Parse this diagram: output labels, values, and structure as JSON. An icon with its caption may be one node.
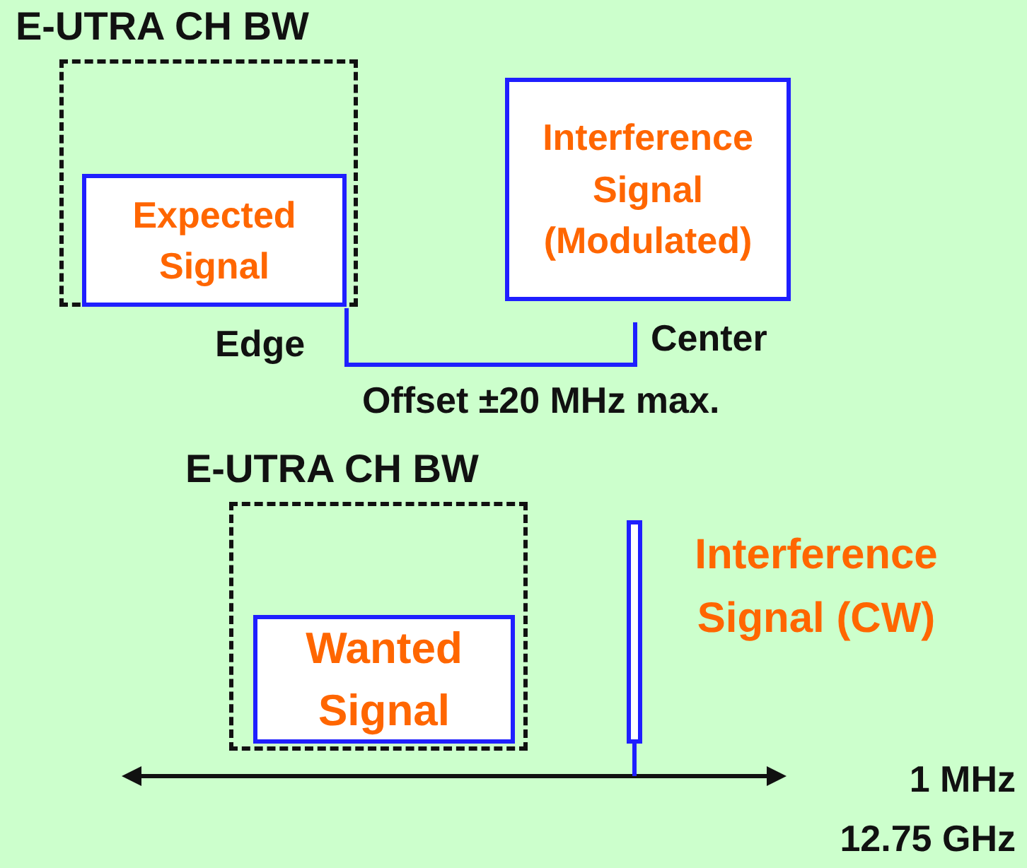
{
  "diagram": {
    "nodes": [
      {
        "text": [
          "E-UTRA CH BW"
        ]
      },
      {
        "text": [
          "Expected Signal"
        ],
        "in": 0
      },
      {
        "text": [
          "Interference Signal (Modulated)"
        ]
      },
      {
        "text": [
          "E-UTRA CH BW"
        ]
      },
      {
        "text": [
          "Wanted Signal"
        ],
        "in": 3
      },
      {
        "text": [],
        "shape": "bar",
        "beside": [
          "Interference Signal (CW)"
        ]
      }
    ],
    "labels": [
      "Edge",
      "Center",
      "Offset ±20 MHz max.",
      "1 MHz",
      "12.75 GHz"
    ]
  }
}
